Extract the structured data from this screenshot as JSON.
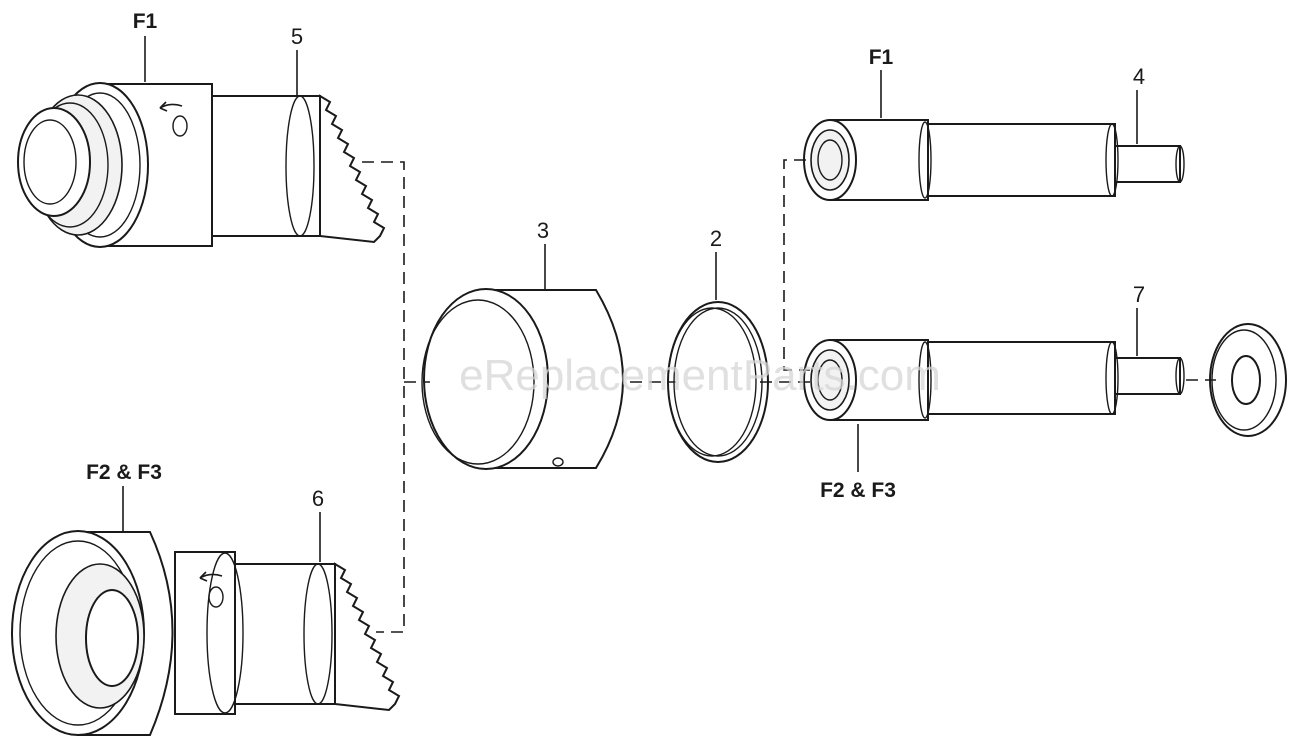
{
  "watermark": "eReplacementParts.com",
  "callouts": {
    "part_2": "2",
    "part_3": "3",
    "part_4": "4",
    "part_5": "5",
    "part_6": "6",
    "part_7": "7"
  },
  "family_labels": {
    "f1_top_left": "F1",
    "f1_top_right": "F1",
    "f2f3_bottom_left": "F2 & F3",
    "f2f3_bottom_right": "F2 & F3"
  }
}
